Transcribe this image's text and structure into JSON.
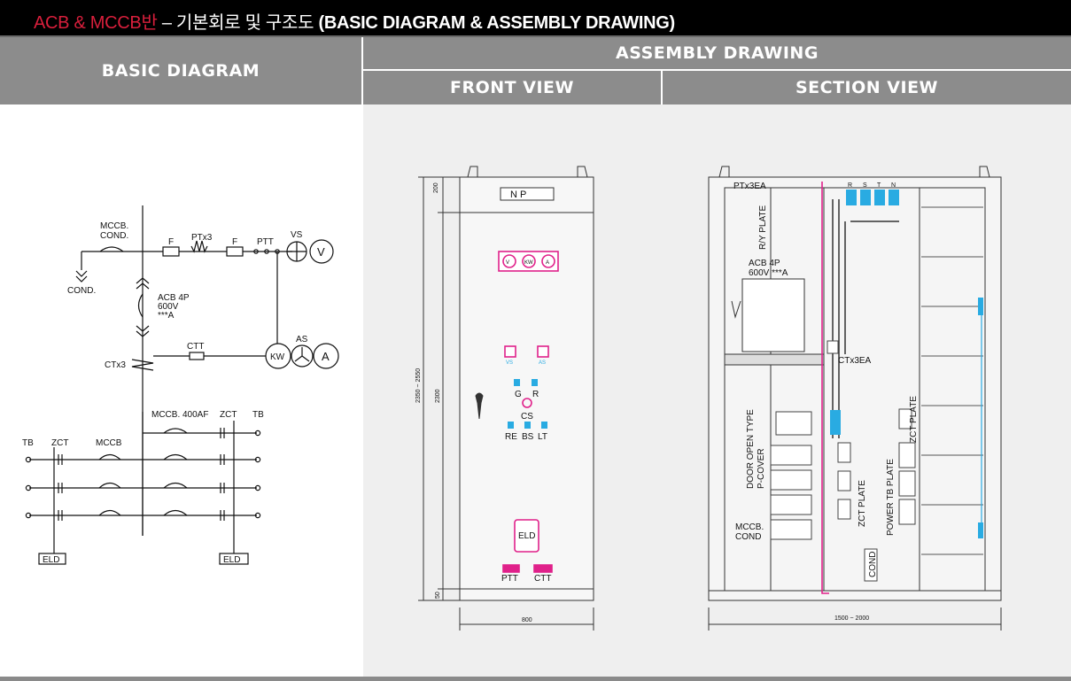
{
  "title": {
    "part1": "ACB & MCCB반",
    "part2": " – 기본회로 및 구조도 ",
    "part3": "(BASIC DIAGRAM & ASSEMBLY DRAWING)"
  },
  "headers": {
    "basic": "BASIC DIAGRAM",
    "assembly": "ASSEMBLY DRAWING",
    "front": "FRONT VIEW",
    "section": "SECTION VIEW"
  },
  "basic": {
    "mccb_cond": "MCCB.",
    "mccb_cond2": "COND.",
    "cond": "COND.",
    "f1": "F",
    "ptx3": "PTx3",
    "f2": "F",
    "ptt": "PTT",
    "vs": "VS",
    "v": "V",
    "acb1": "ACB 4P",
    "acb2": "600V",
    "acb3": "***A",
    "ctt": "CTT",
    "ctx3": "CTx3",
    "kw": "KW",
    "as": "AS",
    "a": "A",
    "mccb400": "MCCB. 400AF",
    "zct_r": "ZCT",
    "tb_r": "TB",
    "tb_l": "TB",
    "zct_l": "ZCT",
    "mccb_l": "MCCB",
    "eld_l": "ELD",
    "eld_r": "ELD"
  },
  "front": {
    "np": "N  P",
    "v": "V",
    "kw": "KW",
    "a": "A",
    "vs": "VS",
    "as": "AS",
    "g": "G",
    "r": "R",
    "cs": "CS",
    "re": "RE",
    "bs": "BS",
    "lt": "LT",
    "eld": "ELD",
    "ptt": "PTT",
    "ctt": "CTT",
    "dim_200": "200",
    "dim_2300": "2300",
    "dim_total": "2350 ~ 2550",
    "dim_50": "50",
    "dim_800": "800"
  },
  "section": {
    "ptx3ea": "PTx3EA",
    "ry_plate": "R/Y PLATE",
    "acb1": "ACB 4P",
    "acb2": "600V ***A",
    "ctx3ea": "CTx3EA",
    "door": "DOOR OPEN TYPE",
    "pcover": "P-COVER",
    "zct_plate": "ZCT PLATE",
    "zct_plate2": "ZCT PLATE",
    "power_tb": "POWER TB PLATE",
    "mccb_cond1": "MCCB.",
    "mccb_cond2": "COND",
    "cond": "COND",
    "r": "R",
    "s": "S",
    "t": "T",
    "n": "N",
    "dim": "1500 ~ 2000"
  },
  "colors": {
    "accent_red": "#d81f3c",
    "magenta": "#e0218a",
    "cyan": "#29abe2",
    "header_gray": "#8c8c8c"
  }
}
